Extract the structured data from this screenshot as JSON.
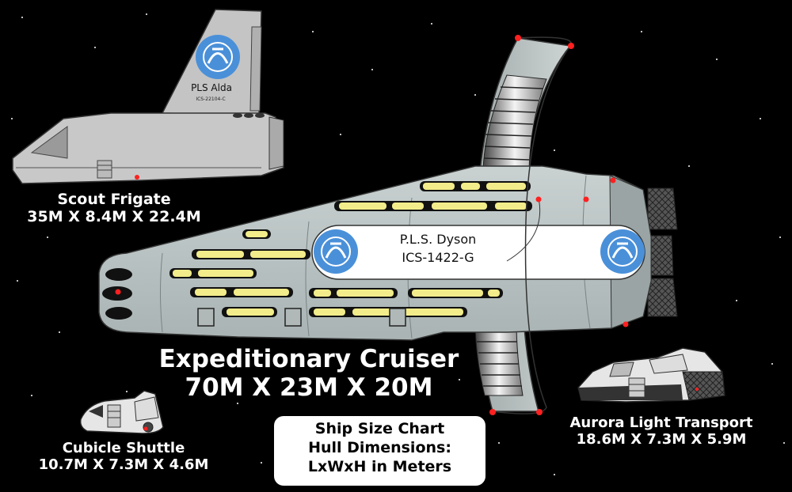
{
  "ships": {
    "scout": {
      "name": "Scout Frigate",
      "dims": "35M X 8.4M X 22.4M",
      "tail_name": "PLS Alda",
      "tail_code": "ICS-22104-C"
    },
    "cruiser": {
      "name": "Expeditionary Cruiser",
      "dims": "70M X 23M X 20M",
      "banner_name": "P.L.S. Dyson",
      "banner_code": "ICS-1422-G"
    },
    "cubicle": {
      "name": "Cubicle Shuttle",
      "dims": "10.7M X 7.3M X 4.6M"
    },
    "aurora": {
      "name": "Aurora Light Transport",
      "dims": "18.6M X 7.3M X 5.9M"
    }
  },
  "chart_box": {
    "line1": "Ship Size Chart",
    "line2": "Hull Dimensions:",
    "line3": "LxWxH in Meters"
  },
  "colors": {
    "background": "#000000",
    "hull_grey": "#c8c8c8",
    "cruiser_hull": "#b9c2c2",
    "emblem_blue": "#4a90d9",
    "window_yellow": "#f2ec8a",
    "beacon_red": "#ff2020"
  },
  "icons": [
    "un-style-emblem-icon",
    "starfield"
  ]
}
